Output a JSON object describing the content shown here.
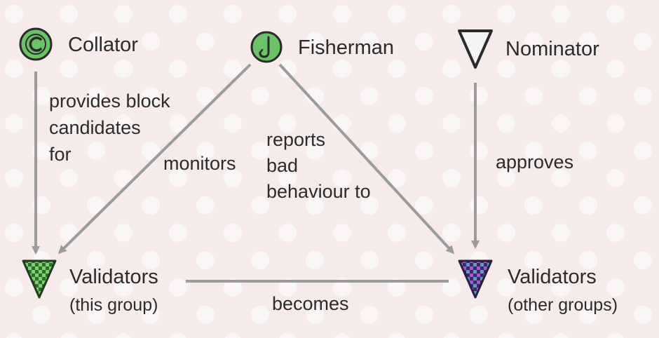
{
  "roles": {
    "collator": {
      "label": "Collator",
      "icon": "collator-icon"
    },
    "fisherman": {
      "label": "Fisherman",
      "icon": "fisherman-hook-icon"
    },
    "nominator": {
      "label": "Nominator",
      "icon": "nominator-triangle-icon"
    },
    "validators_this": {
      "label": "Validators",
      "sublabel": "(this group)",
      "icon": "validator-triangle-icon"
    },
    "validators_other": {
      "label": "Validators",
      "sublabel": "(other groups)",
      "icon": "validator-triangle-icon"
    }
  },
  "edges": {
    "collator_to_validators": [
      "provides block",
      "candidates",
      "for"
    ],
    "fisherman_monitors": "monitors",
    "fisherman_reports": [
      "reports",
      "bad",
      "behaviour to"
    ],
    "nominator_approves": "approves",
    "validators_becomes": "becomes"
  },
  "colors": {
    "background": "#f6eaea",
    "dots": "#ffffff",
    "arrow": "#9b9b9b",
    "icon_green": "#6cc266",
    "icon_dark_green": "#2e7d32",
    "validator_green": "#5aa84f",
    "validator_purple": "#8a4cc0"
  }
}
